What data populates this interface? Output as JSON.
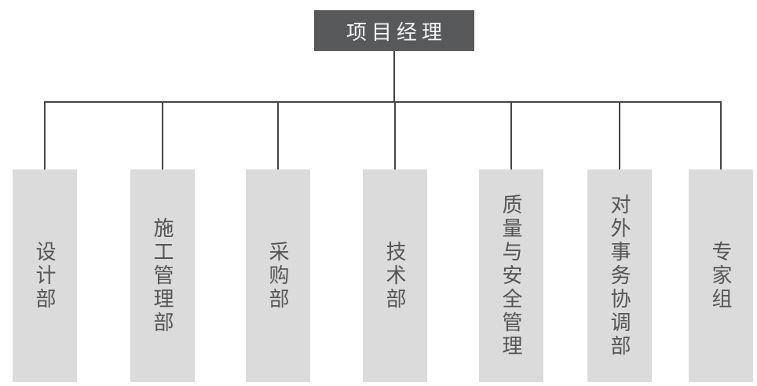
{
  "diagram": {
    "type": "org-chart",
    "root": {
      "label": "项目经理"
    },
    "departments": [
      {
        "label": "设计部"
      },
      {
        "label": "施工管理部"
      },
      {
        "label": "采购部"
      },
      {
        "label": "技术部"
      },
      {
        "label": "质量与安全管理"
      },
      {
        "label": "对外事务协调部"
      },
      {
        "label": "专家组"
      }
    ]
  },
  "colors": {
    "root_box_bg": "#58595b",
    "root_box_text": "#f5f5f5",
    "dept_box_bg": "#dbdbdb",
    "dept_box_text": "#555555",
    "line": "#454545",
    "background": "#ffffff"
  }
}
